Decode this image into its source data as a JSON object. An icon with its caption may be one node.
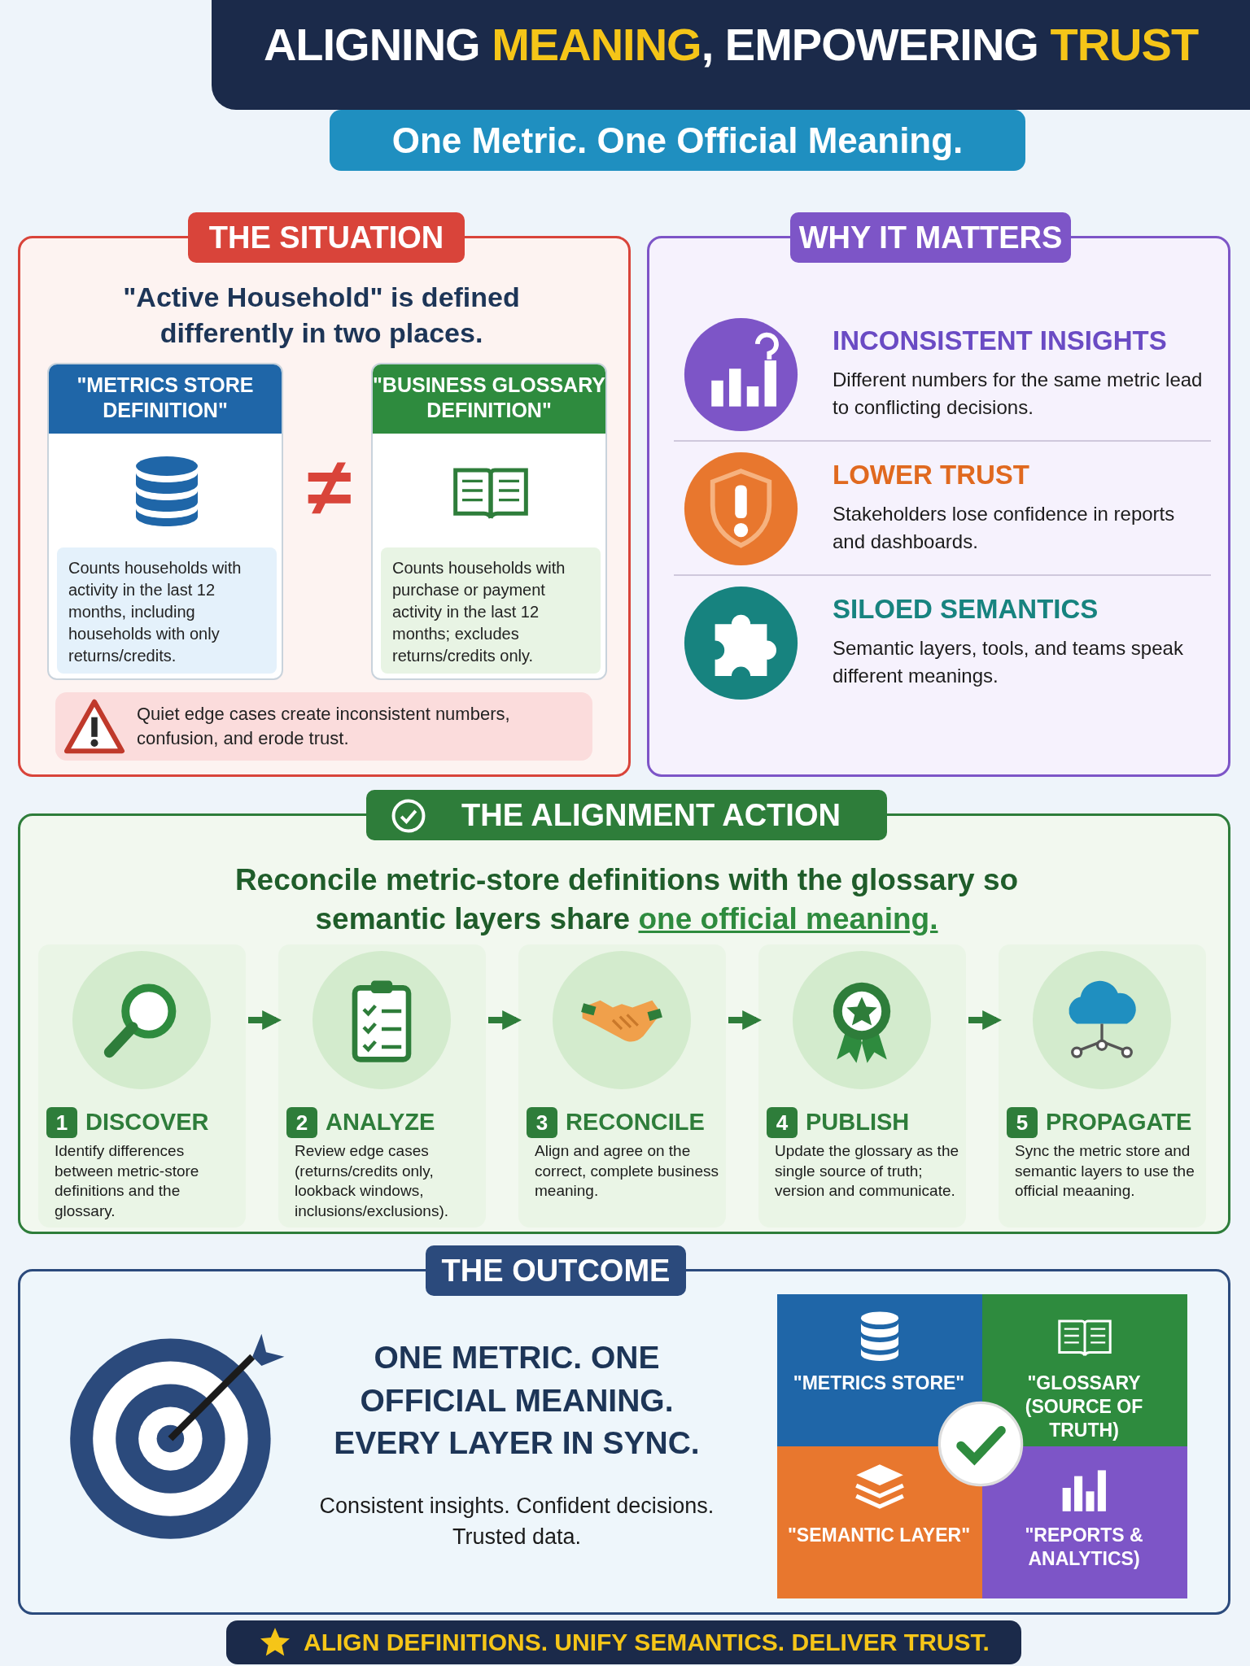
{
  "diagram": {
    "title": "ALIGNING **MEANING**, EMPOWERING **TRUST**",
    "caption": "ALIGN DEFINITIONS. UNIFY SEMANTICS. DELIVER TRUST.",
    "nodes": [
      {
        "text": [
          "THE SITUATION",
          "\"Active Household\" is defined differently in two places."
        ]
      },
      {
        "text": [
          "\"METRICS STORE DEFINITION\"",
          "Counts households with activity in the last 12 months, including households with only returns/credits."
        ],
        "in": 0
      },
      {
        "text": [
          "\"BUSINESS GLOSSARY DEFINITION\"",
          "Counts households with purchase or payment activity in the last 12 months; excludes returns/credits only."
        ],
        "in": 0
      },
      {
        "text": [
          "Quiet edge cases create inconsistent numbers, confusion, and erode trust."
        ],
        "in": 0
      },
      {
        "text": [
          "WHY IT MATTERS"
        ]
      },
      {
        "text": [
          "INCONSISTENT INSIGHTS",
          "Different numbers for the same metric lead to conflicting decisions."
        ],
        "in": 4
      },
      {
        "text": [
          "LOWER TRUST",
          "Stakeholders lose confidence in reports and dashboards."
        ],
        "in": 4
      },
      {
        "text": [
          "SILOED SEMANTICS",
          "Semantic layers, tools, and teams speak different meanings."
        ],
        "in": 4
      },
      {
        "text": [
          "THE ALIGNMENT ACTION",
          "Reconcile metric-store definitions with the glossary so semantic layers share **one official meaning.**"
        ]
      },
      {
        "text": [
          "1",
          "DISCOVER",
          "Identify differences between metric-store definitions and the glossary."
        ],
        "in": 8
      },
      {
        "text": [
          "2",
          "ANALYZE",
          "Review edge cases (returns/credits only, lookback windows, inclusions/exclusions)."
        ],
        "in": 8
      },
      {
        "text": [
          "3",
          "RECONCILE",
          "Align and agree on the correct, complete business meaning."
        ],
        "in": 8
      },
      {
        "text": [
          "4",
          "PUBLISH",
          "Update the glossary as the single source of truth; version and communicate."
        ],
        "in": 8
      },
      {
        "text": [
          "5",
          "PROPAGATE",
          "Sync the metric store and semantic layers to use the official meaaning."
        ],
        "in": 8
      },
      {
        "text": [
          "THE OUTCOME",
          "ONE METRIC. ONE OFFICIAL MEANING. EVERY LAYER IN SYNC.",
          "Consistent insights. Confident decisions. Trusted data."
        ]
      },
      {
        "text": [
          "\"METRICS STORE\""
        ],
        "in": 14
      },
      {
        "text": [
          "\"GLOSSARY (SOURCE OF TRUTH)"
        ],
        "in": 14
      },
      {
        "text": [
          "\"SEMANTIC LAYER\""
        ],
        "in": 14
      },
      {
        "text": [
          "\"REPORTS & ANALYTICS)"
        ],
        "in": 14
      }
    ],
    "edges": [
      {
        "from": 9,
        "to": 10,
        "arrow": "to"
      },
      {
        "from": 10,
        "to": 11,
        "arrow": "to"
      },
      {
        "from": 11,
        "to": 12,
        "arrow": "to"
      },
      {
        "from": 12,
        "to": 13,
        "arrow": "to"
      }
    ],
    "labels": [
      "One Metric. One Official Meaning.",
      "≠"
    ]
  }
}
